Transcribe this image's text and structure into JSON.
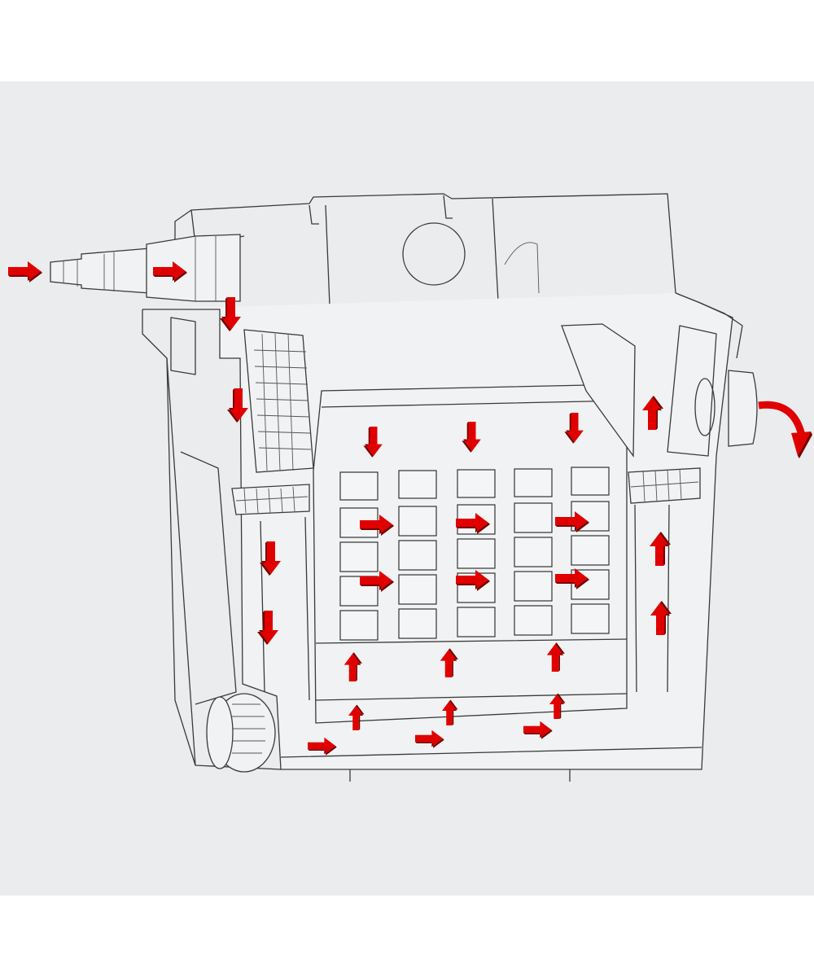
{
  "diagram": {
    "subject": "pond-filter-flow",
    "colors": {
      "background_band": "#ebecee",
      "page": "#ffffff",
      "line": "#3a3a3a",
      "arrow": "#e00000",
      "arrow_shade": "#8a0000"
    },
    "flow_arrows": {
      "inlet": "right",
      "down_channel": "down",
      "filter_top": "down",
      "through_sponges": "right",
      "bottom_flow": "right",
      "rising": "up",
      "outlet": "curved-down-right"
    }
  }
}
